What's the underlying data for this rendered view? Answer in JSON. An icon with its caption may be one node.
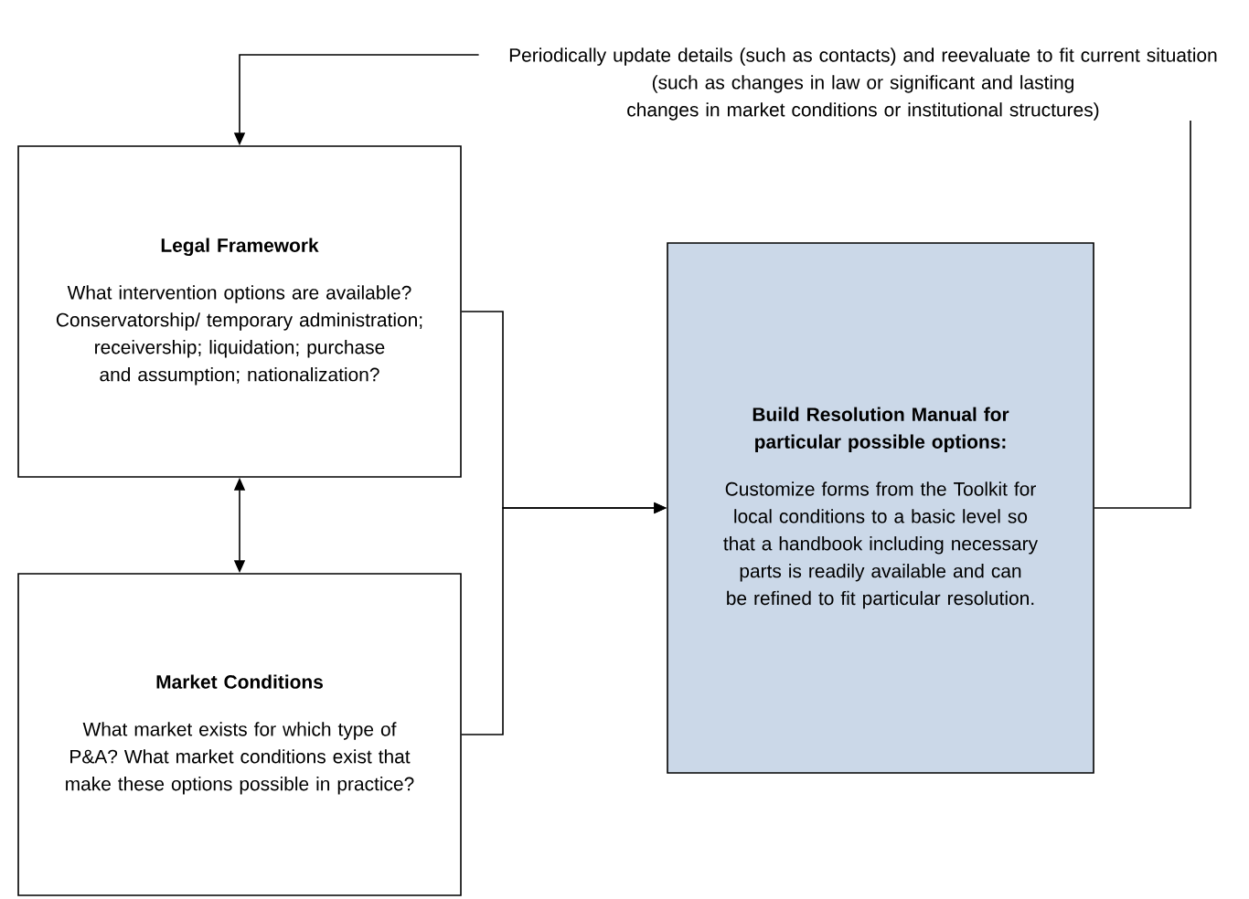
{
  "diagram": {
    "nodes": [
      {
        "text": [
          "Legal Framework",
          "What intervention options are available? Conservatorship/ temporary administration; receivership; liquidation; purchase and assumption; nationalization?"
        ]
      },
      {
        "text": [
          "Market Conditions",
          "What market exists for which type of P&A? What market conditions exist that make these options possible in practice?"
        ]
      },
      {
        "text": [
          "Build Resolution Manual for particular possible options:",
          "Customize forms from the Toolkit for local conditions to a basic level so that a handbook including necessary parts is readily available and can be refined to fit particular resolution."
        ]
      },
      {
        "text": [
          "Periodically update details (such as contacts) and reevaluate to fit current situation",
          "(such as changes in law or significant and lasting changes in market conditions or institutional structures)"
        ]
      }
    ],
    "edges": [
      {
        "from": 0,
        "to": 1,
        "arrow": "both"
      },
      {
        "from": 0,
        "to": 2,
        "arrow": "to"
      },
      {
        "from": 1,
        "to": 2,
        "arrow": "to"
      },
      {
        "from": 2,
        "to": 3,
        "arrow": "none"
      },
      {
        "from": 3,
        "to": 0,
        "arrow": "to"
      }
    ]
  }
}
